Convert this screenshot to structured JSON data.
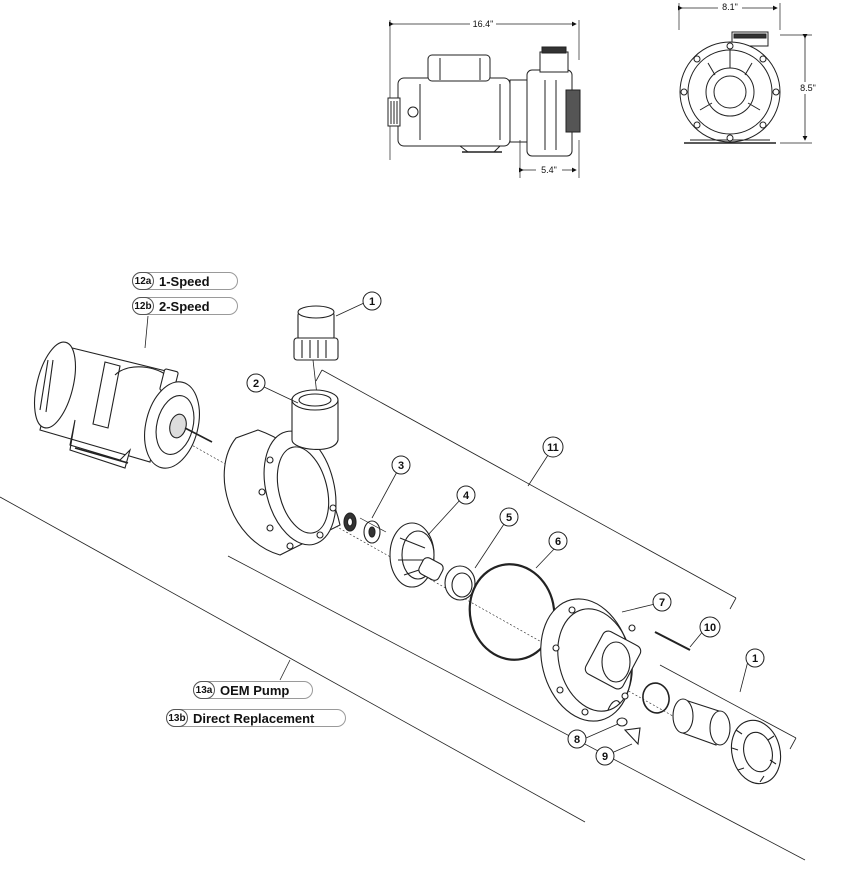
{
  "dimensions": {
    "length": "16.4\"",
    "depth": "5.4\"",
    "width": "8.1\"",
    "height": "8.5\""
  },
  "callouts": {
    "c1a": "1",
    "c2": "2",
    "c3": "3",
    "c4": "4",
    "c5": "5",
    "c6": "6",
    "c7": "7",
    "c8": "8",
    "c9": "9",
    "c10": "10",
    "c11": "11",
    "c1b": "1"
  },
  "motor_labels": [
    {
      "code": "12a",
      "text": "1-Speed"
    },
    {
      "code": "12b",
      "text": "2-Speed"
    }
  ],
  "pump_labels": [
    {
      "code": "13a",
      "text": "OEM Pump"
    },
    {
      "code": "13b",
      "text": "Direct Replacement"
    }
  ]
}
